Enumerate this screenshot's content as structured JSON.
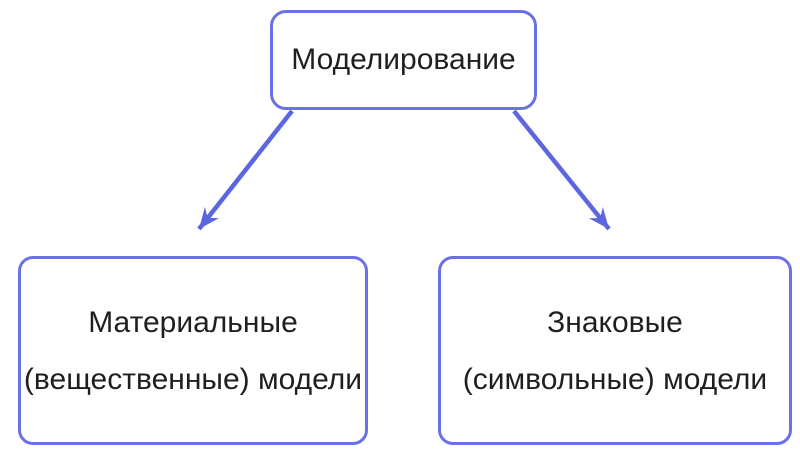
{
  "diagram": {
    "root_node": {
      "label": "Моделирование"
    },
    "left_node": {
      "line1": "Материальные",
      "line2": "(вещественные) модели"
    },
    "right_node": {
      "line1": "Знаковые",
      "line2": "(символьные) модели"
    }
  },
  "colors": {
    "box_border": "#6a71e6",
    "arrow": "#5b66e0",
    "text": "#1f1f1f",
    "background": "#ffffff"
  }
}
